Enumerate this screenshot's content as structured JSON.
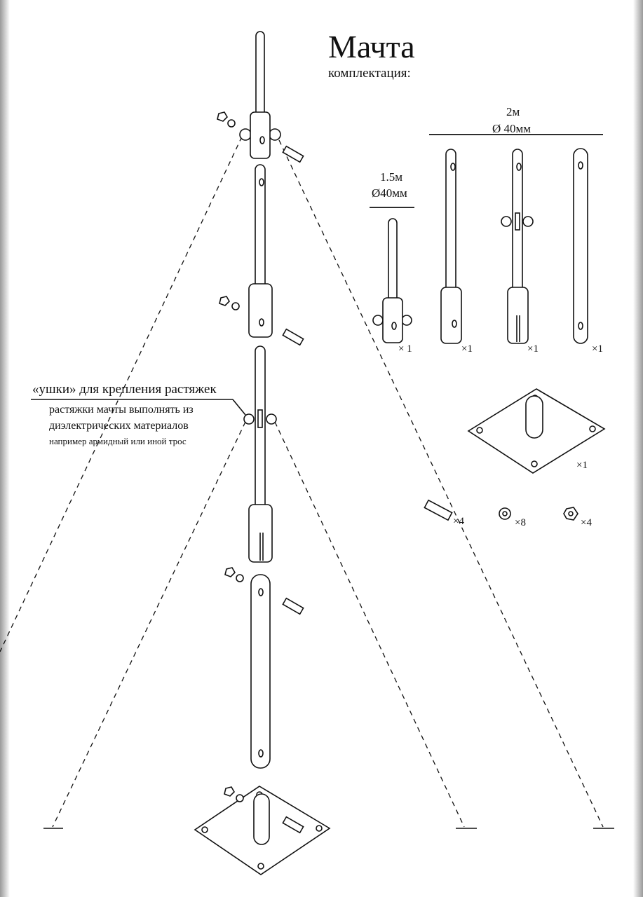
{
  "title": "Мачта",
  "subtitle": "комплектация:",
  "rods_2m": {
    "length": "2м",
    "diameter": "Ø 40мм"
  },
  "rod_1_5m": {
    "length": "1.5м",
    "diameter": "Ø40мм"
  },
  "annotation": {
    "ears_label": "«ушки» для крепления растяжек",
    "note_line1": "растяжки мачты выполнять из",
    "note_line2": "диэлектрических материалов",
    "note_line3": "например армидный или иной трос"
  },
  "quantities": {
    "rod_top": "× 1",
    "rod_plain_sleeve": "×1",
    "rod_ears_sleeve": "×1",
    "rod_plain": "×1",
    "base_plate": "×1",
    "bolts": "×4",
    "washers": "×8",
    "nuts": "×4"
  }
}
